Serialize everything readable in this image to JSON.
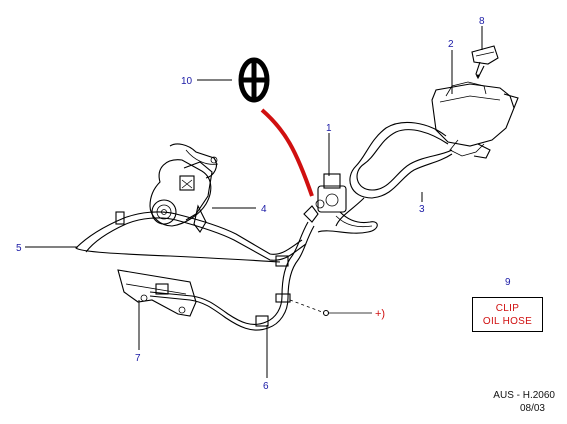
{
  "callouts": {
    "c1": "1",
    "c2": "2",
    "c3": "3",
    "c4": "4",
    "c5": "5",
    "c6": "6",
    "c7": "7",
    "c8": "8",
    "c9": "9",
    "c10": "10"
  },
  "connection_mark": "+)",
  "note_box": {
    "line1": "CLIP",
    "line2": "OIL  HOSE"
  },
  "reference": {
    "code": "AUS - H.2060",
    "date": "08/03"
  },
  "colors": {
    "callout": "#1a1aa6",
    "highlight": "#d01010",
    "line": "#000000"
  },
  "icons": [
    "steering-wheel-icon"
  ]
}
